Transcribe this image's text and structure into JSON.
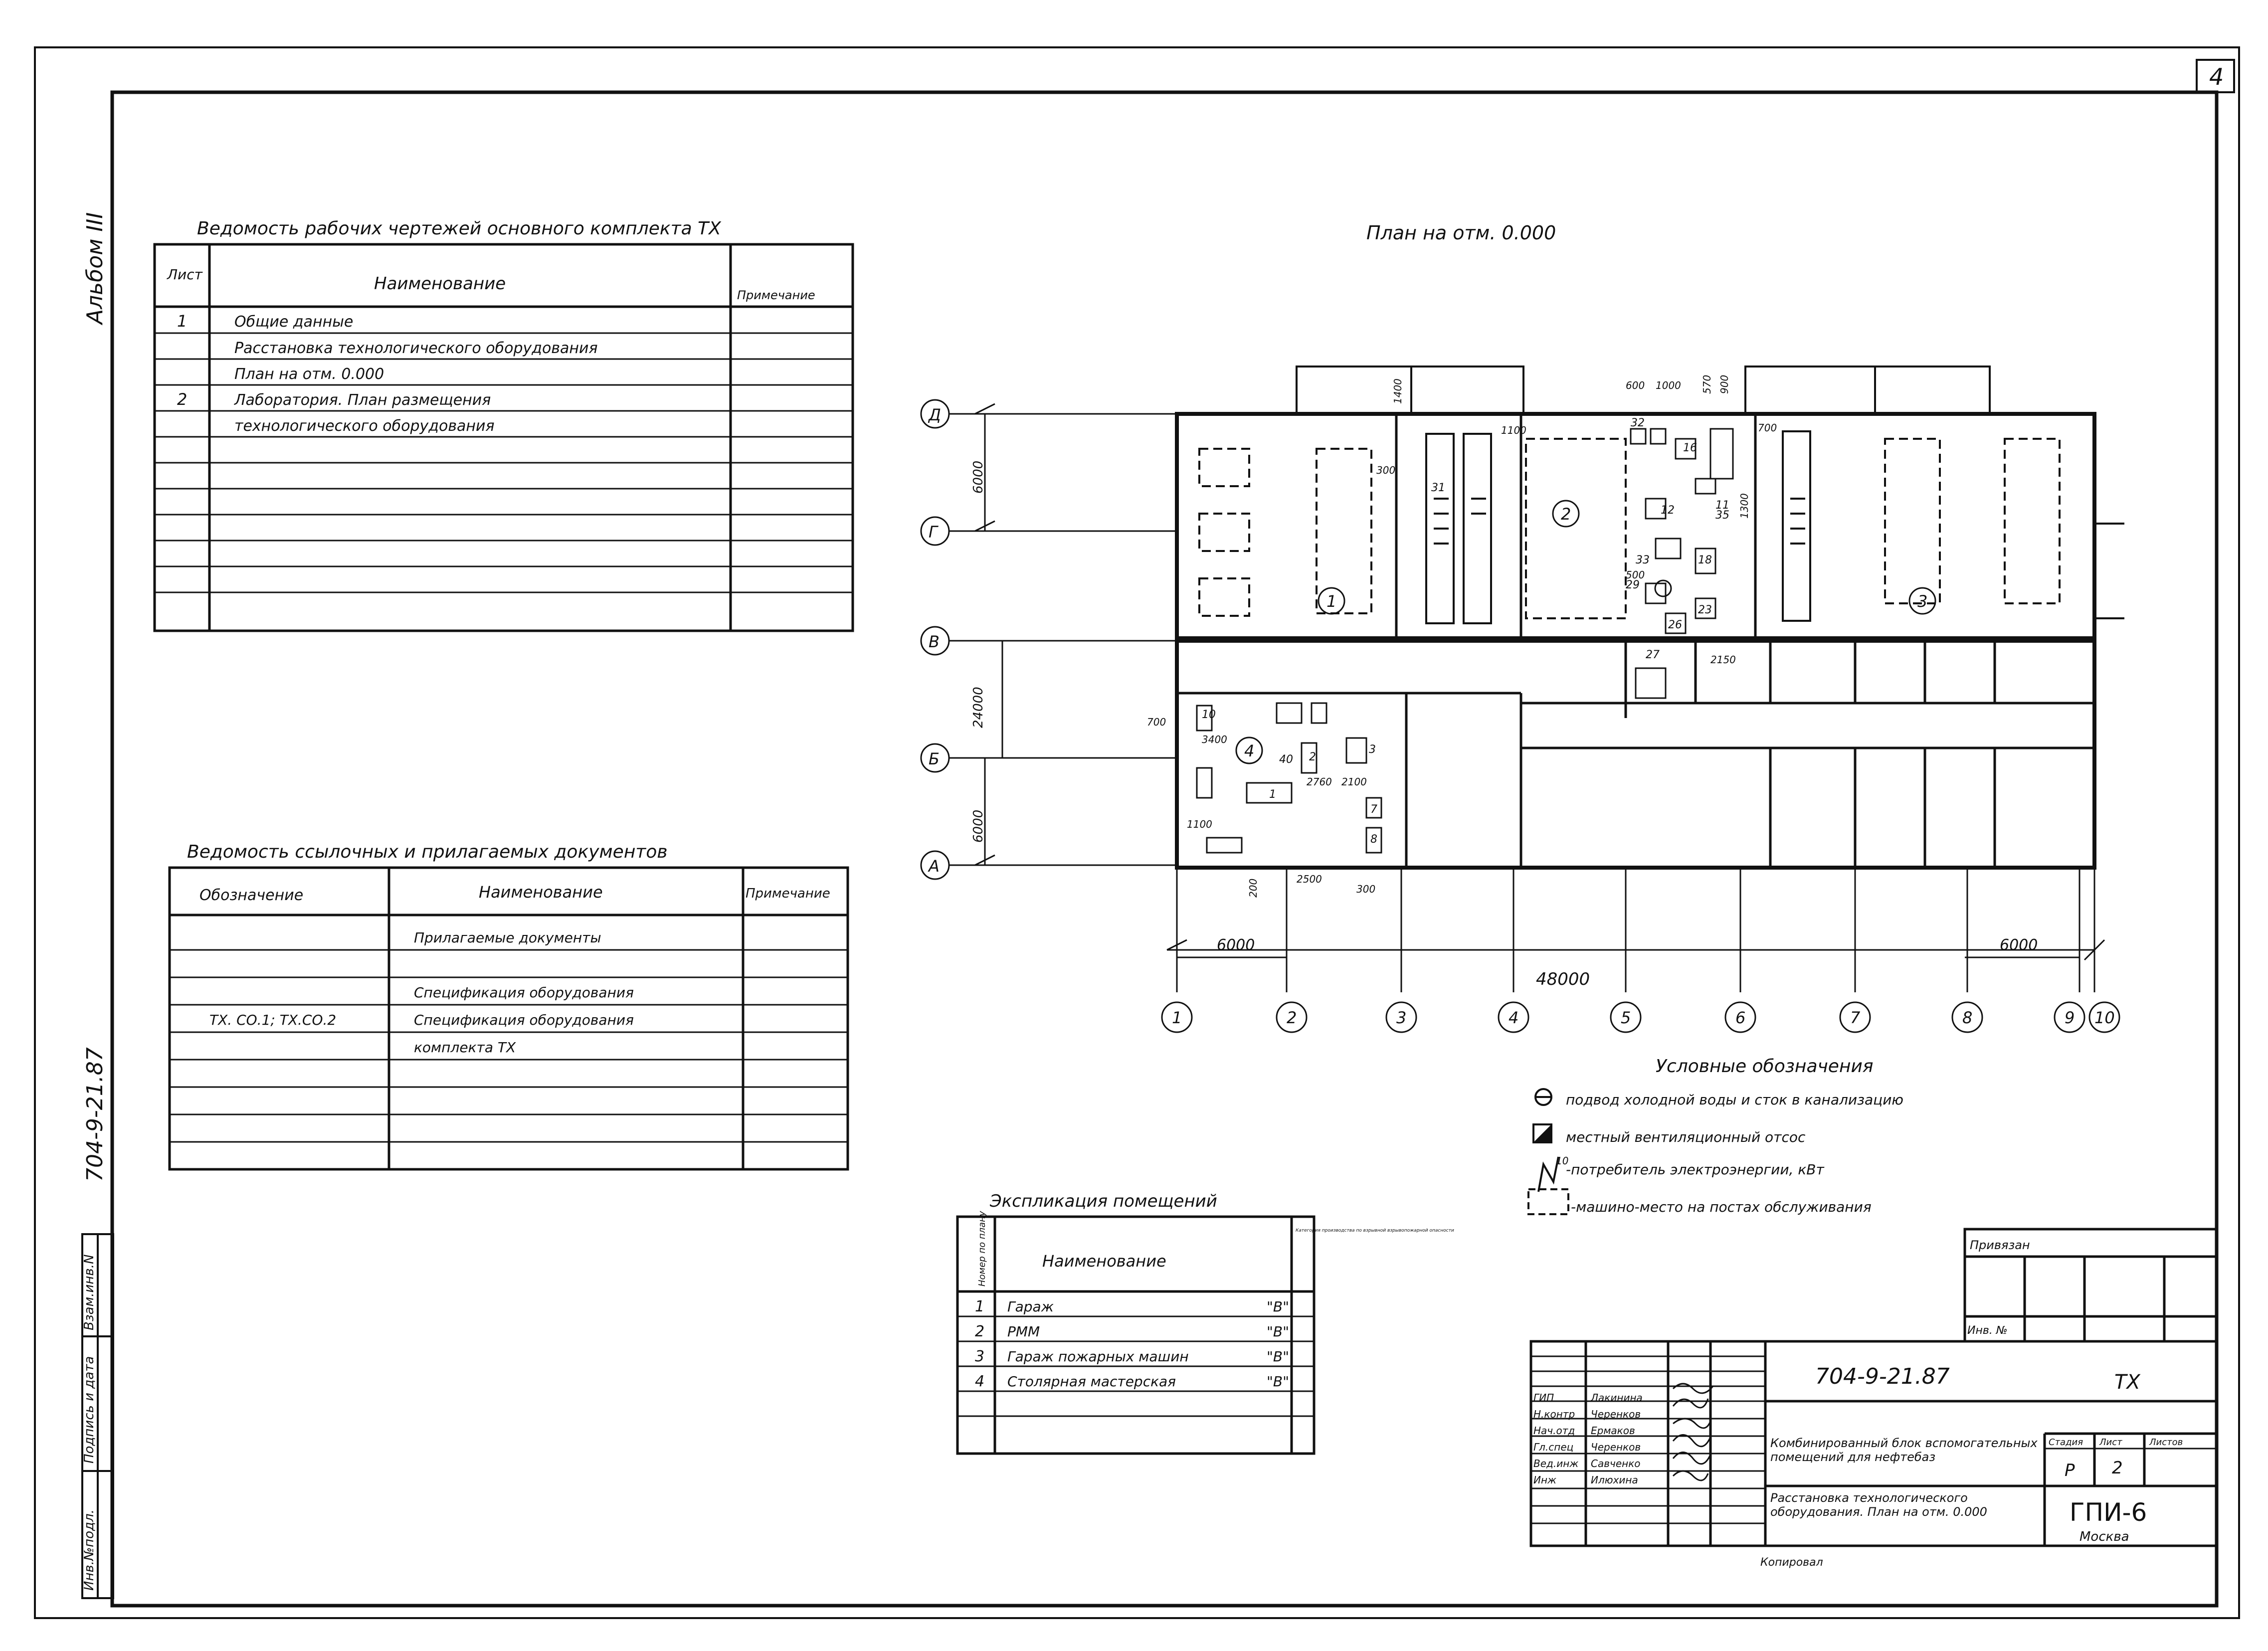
{
  "sheet": {
    "corner_number": "4",
    "album": "Альбом III",
    "project_vertical": "704-9-21.87",
    "side_labels": [
      "Инв.№подл.",
      "Подпись и дата",
      "Взам.инв.N"
    ]
  },
  "drawings_list": {
    "title": "Ведомость рабочих чертежей основного комплекта ТХ",
    "col_sheet": "Лист",
    "col_name": "Наименование",
    "col_note": "Примечание",
    "rows": [
      {
        "sheet": "1",
        "name": "Общие данные"
      },
      {
        "sheet": "",
        "name": "Расстановка технологического оборудования"
      },
      {
        "sheet": "",
        "name": "План на отм. 0.000"
      },
      {
        "sheet": "2",
        "name": "Лаборатория. План размещения"
      },
      {
        "sheet": "",
        "name": "технологического оборудования"
      }
    ]
  },
  "refs_list": {
    "title": "Ведомость ссылочных и прилагаемых документов",
    "col_code": "Обозначение",
    "col_name": "Наименование",
    "col_note": "Примечание",
    "rows": [
      {
        "code": "",
        "name": "Прилагаемые документы"
      },
      {
        "code": "",
        "name": ""
      },
      {
        "code": "",
        "name": "Спецификация оборудования"
      },
      {
        "code": "ТХ. СО.1; ТХ.СО.2",
        "name": "Спецификация оборудования"
      },
      {
        "code": "",
        "name": "комплекта ТХ"
      }
    ]
  },
  "plan": {
    "title": "План на отм. 0.000",
    "row_axes": [
      "Д",
      "Г",
      "В",
      "Б",
      "А"
    ],
    "col_axes": [
      "1",
      "2",
      "3",
      "4",
      "5",
      "6",
      "7",
      "8",
      "9",
      "10"
    ],
    "dim_total": "48000",
    "dim_left_bay": "6000",
    "dim_right_bay": "6000",
    "dim_top_rows": "6000",
    "dim_mid": "24000",
    "dim_bottom_rows": "6000",
    "room_numbers": [
      "1",
      "2",
      "3",
      "4"
    ],
    "equip_numbers": [
      "31",
      "32",
      "33",
      "35",
      "27",
      "29",
      "40",
      "10",
      "1",
      "2",
      "3",
      "7",
      "8",
      "16",
      "11",
      "12",
      "18",
      "23",
      "26"
    ],
    "dims_small": [
      "1400",
      "300",
      "1100",
      "600",
      "1000",
      "570",
      "900",
      "700",
      "500",
      "1300",
      "2150",
      "3400",
      "2760",
      "2100",
      "2500",
      "700",
      "1100",
      "300",
      "200"
    ]
  },
  "legend": {
    "title": "Условные обозначения",
    "items": [
      "подвод холодной воды и сток в канализацию",
      "местный вентиляционный отсос",
      "-потребитель электроэнергии, кВт",
      "-машино-место на постах обслуживания"
    ],
    "power_number": "10"
  },
  "rooms_table": {
    "title": "Экспликация помещений",
    "col_no": "Номер по плану",
    "col_name": "Наименование",
    "col_cat": "Категория производства по взрывной взрывопожарной опасности",
    "rows": [
      {
        "no": "1",
        "name": "Гараж",
        "cat": "\"В\""
      },
      {
        "no": "2",
        "name": "РММ",
        "cat": "\"В\""
      },
      {
        "no": "3",
        "name": "Гараж пожарных машин",
        "cat": "\"В\""
      },
      {
        "no": "4",
        "name": "Столярная мастерская",
        "cat": "\"В\""
      }
    ]
  },
  "stamp": {
    "privyazan": "Привязан",
    "inv_no": "Инв. №",
    "code": "704-9-21.87",
    "mark": "ТХ",
    "people": [
      {
        "role": "ГИП",
        "name": "Лакинина"
      },
      {
        "role": "Н.контр",
        "name": "Черенков"
      },
      {
        "role": "Нач.отд",
        "name": "Ермаков"
      },
      {
        "role": "Гл.спец",
        "name": "Черенков"
      },
      {
        "role": "Вед.инж",
        "name": "Савченко"
      },
      {
        "role": "Инж",
        "name": "Илюхина"
      }
    ],
    "object": "Комбинированный блок вспомогательных помещений для нефтебаз",
    "stage_label": "Стадия",
    "sheet_label": "Лист",
    "sheets_label": "Листов",
    "stage": "Р",
    "sheet": "2",
    "sheet_title": "Расстановка технологического оборудования. План на отм. 0.000",
    "org": "ГПИ-6",
    "city": "Москва",
    "copied": "Копировал"
  }
}
